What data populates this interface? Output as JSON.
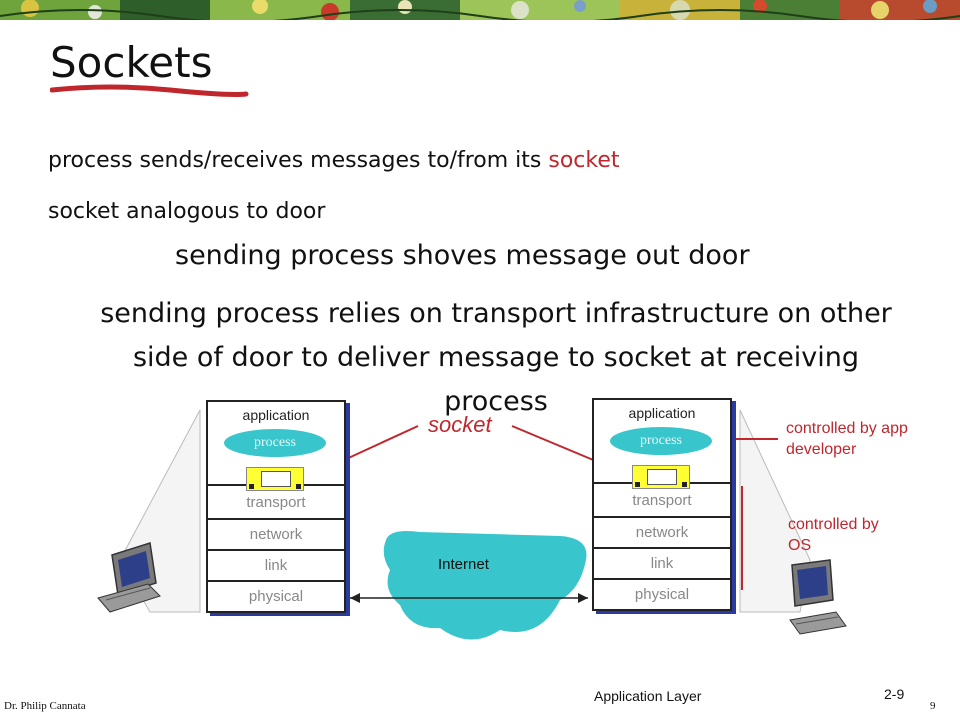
{
  "slide": {
    "title": "Sockets",
    "bullets": [
      {
        "text_before": "process sends/receives messages to/from its ",
        "highlight": "socket"
      },
      {
        "text_before": "socket analogous to door",
        "highlight": ""
      }
    ],
    "sub_bullets": [
      "sending process shoves message out door",
      "sending process relies on transport infrastructure on other side of door to deliver message to socket at receiving process"
    ]
  },
  "diagram": {
    "left_stack": {
      "application": "application",
      "process": "process",
      "transport": "transport",
      "network": "network",
      "link": "link",
      "physical": "physical"
    },
    "right_stack": {
      "application": "application",
      "process": "process",
      "transport": "transport",
      "network": "network",
      "link": "link",
      "physical": "physical"
    },
    "socket_label": "socket",
    "internet_label": "Internet",
    "annotation_app": "controlled by app developer",
    "annotation_os": "controlled by OS"
  },
  "footer": {
    "center": "Application Layer",
    "slide_number": "2-9",
    "author": "Dr. Philip Cannata",
    "page": "9"
  },
  "colors": {
    "accent_red": "#c0272d",
    "process_teal": "#38c6cc",
    "socket_yellow": "#ffff33",
    "stack_shadow_blue": "#2b3aa0"
  }
}
